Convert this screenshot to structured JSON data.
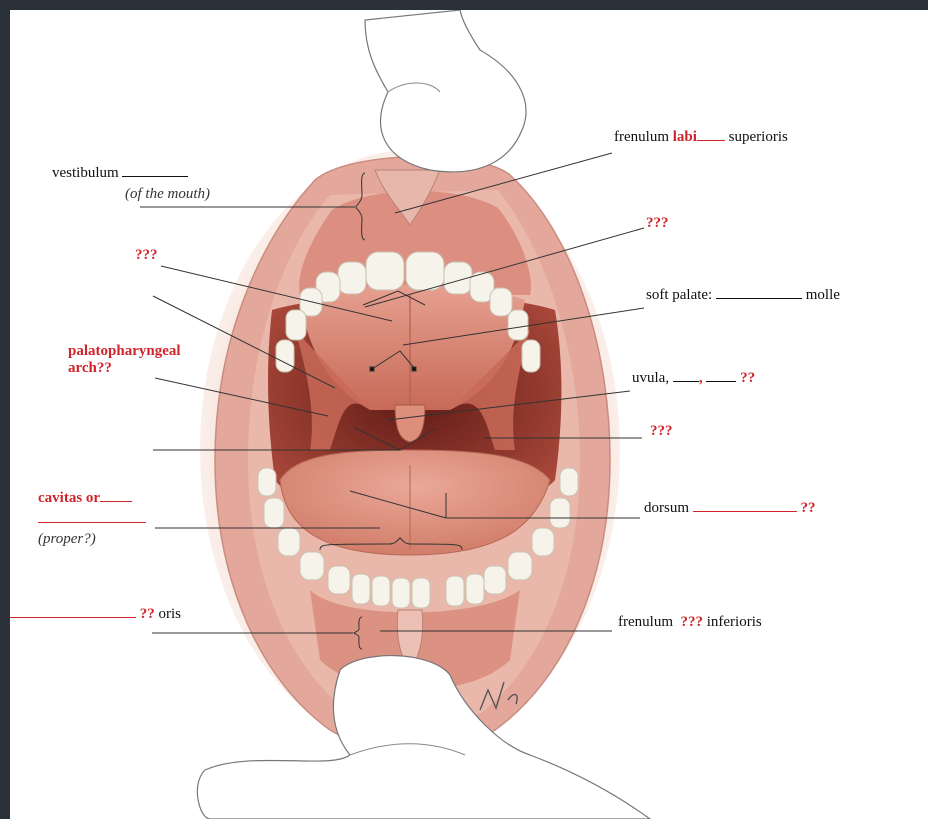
{
  "labels": {
    "vestibulum": "vestibulum",
    "of_the_mouth": "(of the mouth)",
    "frenulum_sup_1": "frenulum",
    "frenulum_sup_labi": "labi",
    "frenulum_sup_2": "superioris",
    "q_top_right": "???",
    "q_left_top": "???",
    "soft_palate": "soft palate:",
    "molle": "molle",
    "palatopharyngeal_1": "palatopharyngeal",
    "palatopharyngeal_2": "arch??",
    "uvula": "uvula,",
    "uvula_comma": ",",
    "uvula_q": "??",
    "q_right_mid": "???",
    "cavitas": "cavitas or",
    "proper": "(proper?)",
    "dorsum": "dorsum",
    "dorsum_q": "??",
    "oris_q": "??",
    "oris": "oris",
    "frenulum_inf_1": "frenulum",
    "frenulum_inf_q": "???",
    "frenulum_inf_2": "inferioris",
    "signature": "W. Wach"
  },
  "colors": {
    "label_red": "#d0252b",
    "lip": "#e9b9ae",
    "mouth_dark": "#8a2f25",
    "palate": "#d5806c",
    "tongue": "#e19a88",
    "teeth": "#f6f3ea"
  }
}
